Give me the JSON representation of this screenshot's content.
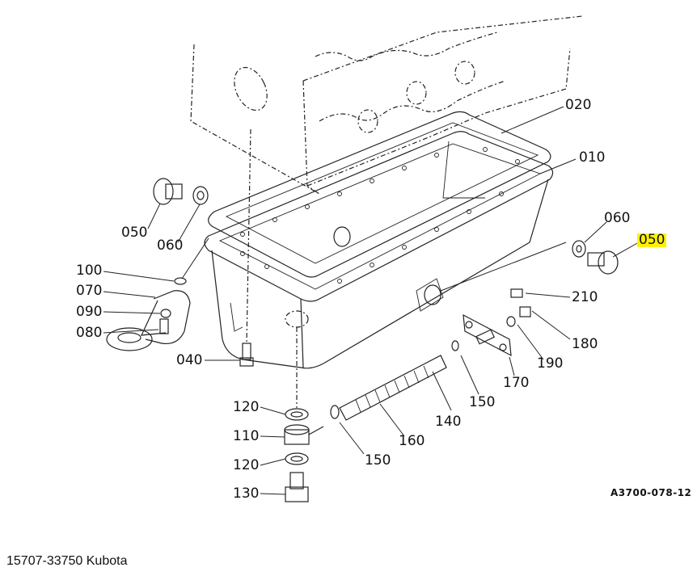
{
  "diagram": {
    "title": "Oil pan assembly exploded view",
    "reference_code": "A3700-078-12",
    "caption": "15707-33750 Kubota",
    "highlight_color": "#fff200",
    "highlighted_part": "050",
    "callouts": [
      {
        "id": "020",
        "label": "020"
      },
      {
        "id": "010",
        "label": "010"
      },
      {
        "id": "060_right",
        "label": "060"
      },
      {
        "id": "050_right",
        "label": "050",
        "highlighted": true
      },
      {
        "id": "050_left",
        "label": "050"
      },
      {
        "id": "060_left",
        "label": "060"
      },
      {
        "id": "100",
        "label": "100"
      },
      {
        "id": "070",
        "label": "070"
      },
      {
        "id": "090",
        "label": "090"
      },
      {
        "id": "080",
        "label": "080"
      },
      {
        "id": "040",
        "label": "040"
      },
      {
        "id": "210",
        "label": "210"
      },
      {
        "id": "180",
        "label": "180"
      },
      {
        "id": "190",
        "label": "190"
      },
      {
        "id": "170",
        "label": "170"
      },
      {
        "id": "150_right",
        "label": "150"
      },
      {
        "id": "140",
        "label": "140"
      },
      {
        "id": "160",
        "label": "160"
      },
      {
        "id": "150_left",
        "label": "150"
      },
      {
        "id": "120_top",
        "label": "120"
      },
      {
        "id": "110",
        "label": "110"
      },
      {
        "id": "120_bottom",
        "label": "120"
      },
      {
        "id": "130",
        "label": "130"
      }
    ]
  }
}
